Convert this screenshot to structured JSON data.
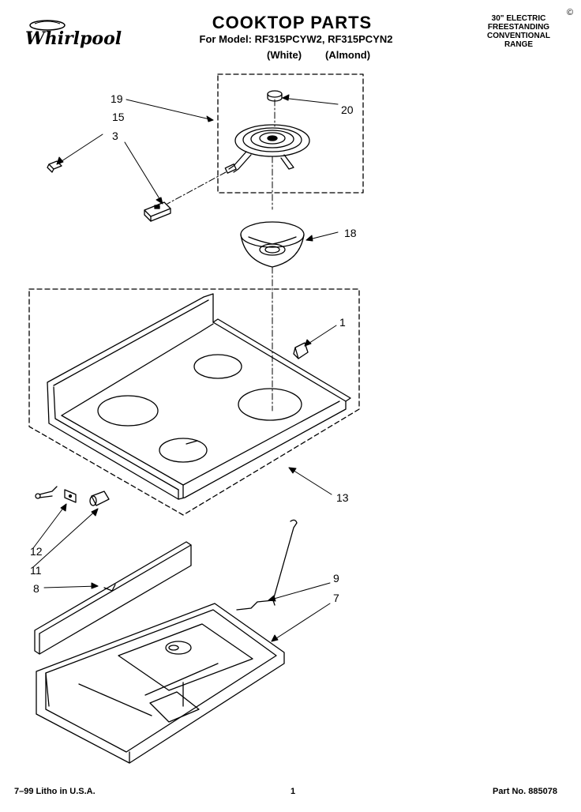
{
  "header": {
    "brand": "Whirlpool",
    "title": "COOKTOP PARTS",
    "model_line": "For Model: RF315PCYW2, RF315PCYN2",
    "variant_white": "(White)",
    "variant_almond": "(Almond)",
    "product_type": [
      "30\" ELECTRIC",
      "FREESTANDING",
      "CONVENTIONAL",
      "RANGE"
    ],
    "corner_mark": "©"
  },
  "callouts": [
    "19",
    "15",
    "3",
    "20",
    "18",
    "1",
    "13",
    "12",
    "11",
    "8",
    "9",
    "7"
  ],
  "footer": {
    "print_info": "7–99 Litho in U.S.A.",
    "page_number": "1",
    "part_number": "Part No. 885078"
  }
}
